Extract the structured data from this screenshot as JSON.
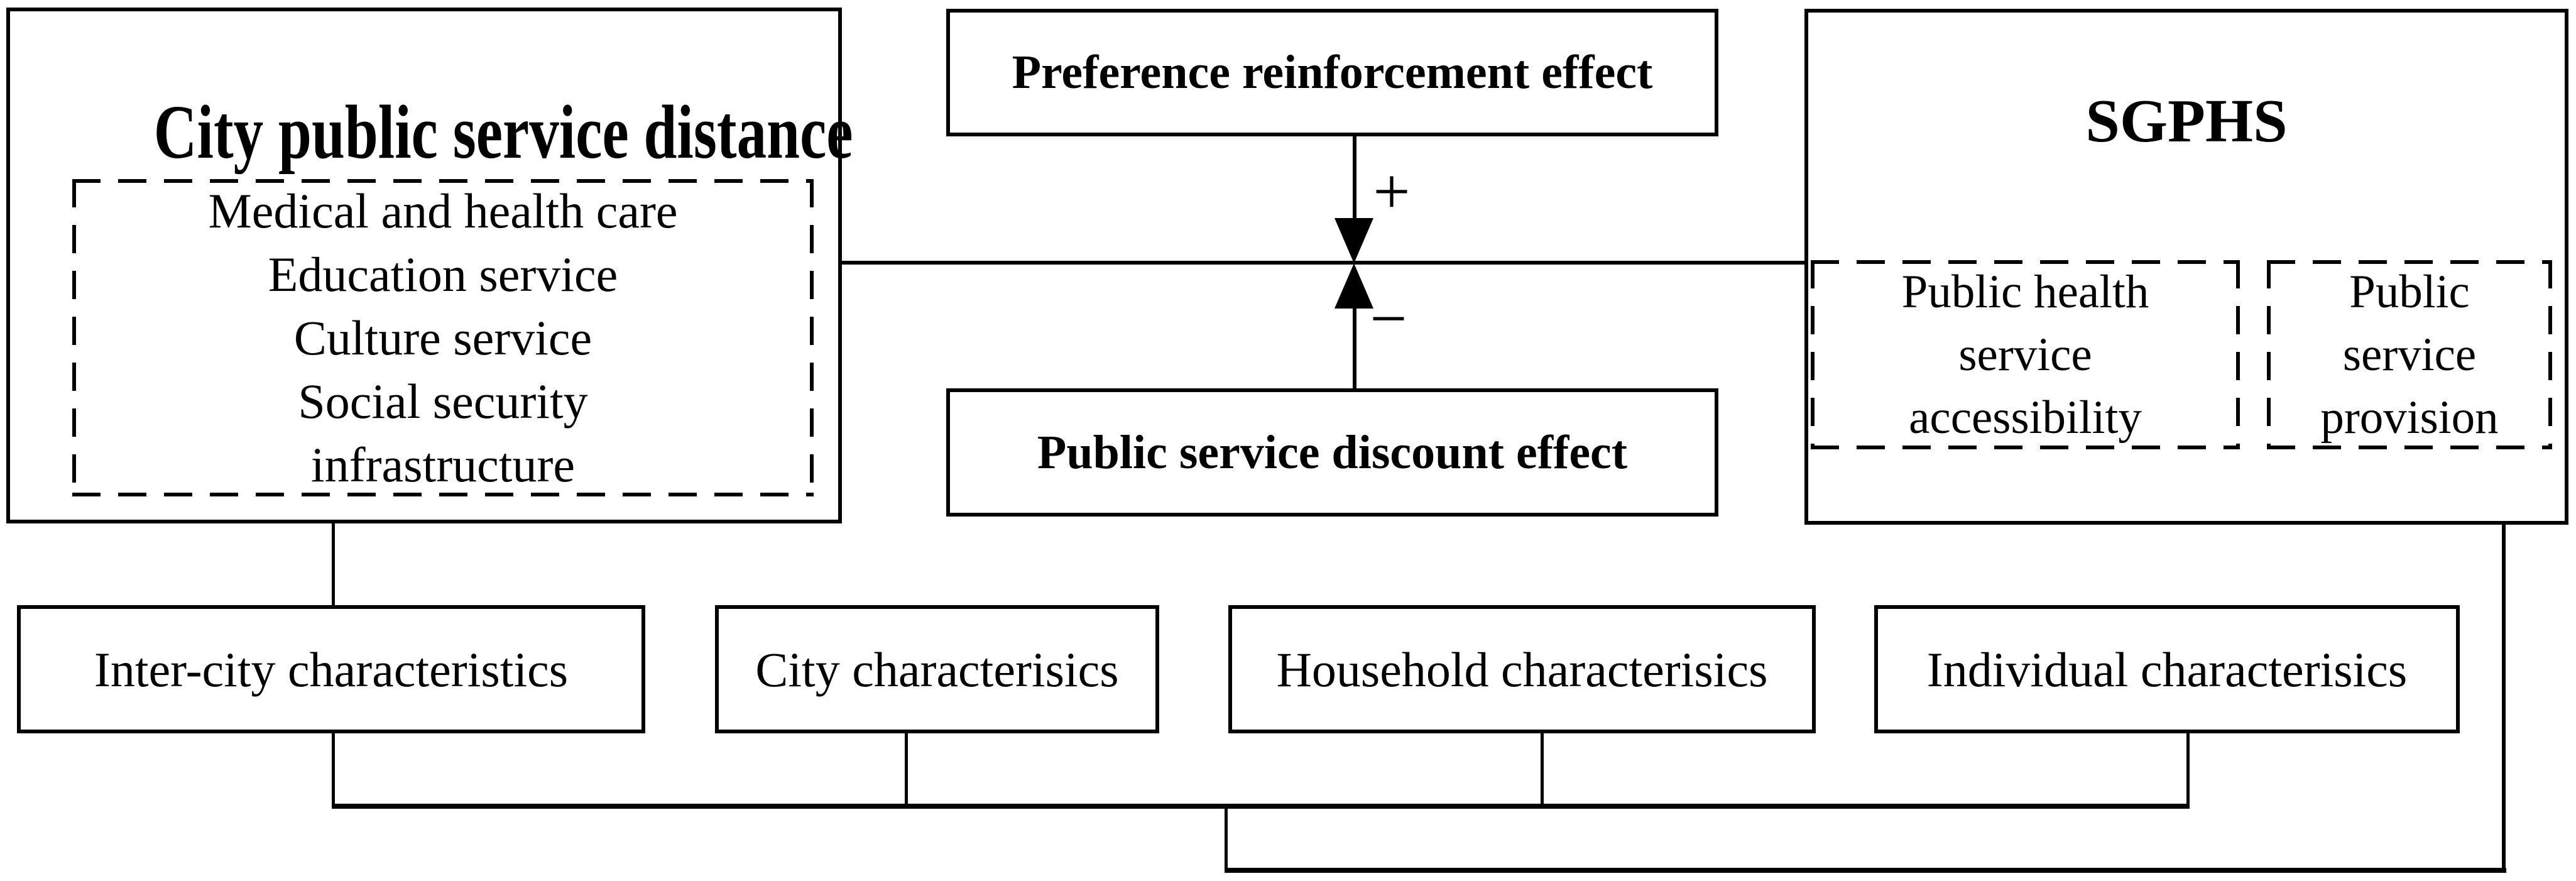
{
  "colors": {
    "ink": "#000000",
    "background": "#ffffff"
  },
  "left_box": {
    "title": "City public service distance",
    "items": [
      "Medical and health care",
      "Education service",
      "Culture service",
      "Social security",
      "infrastructure"
    ]
  },
  "middle": {
    "top_box": "Preference reinforcement effect",
    "plus_sign": "+",
    "minus_sign": "−",
    "bottom_box": "Public service discount effect"
  },
  "right_box": {
    "title": "SGPHS",
    "left_sub_box": {
      "line1": "Public health",
      "line2": "service",
      "line3": "accessibility"
    },
    "right_sub_box": {
      "line1": "Public",
      "line2": "service",
      "line3": "provision"
    }
  },
  "control_boxes": {
    "inter_city": "Inter-city characteristics",
    "city": "City characterisics",
    "household": "Household characterisics",
    "individual": "Individual characterisics"
  }
}
